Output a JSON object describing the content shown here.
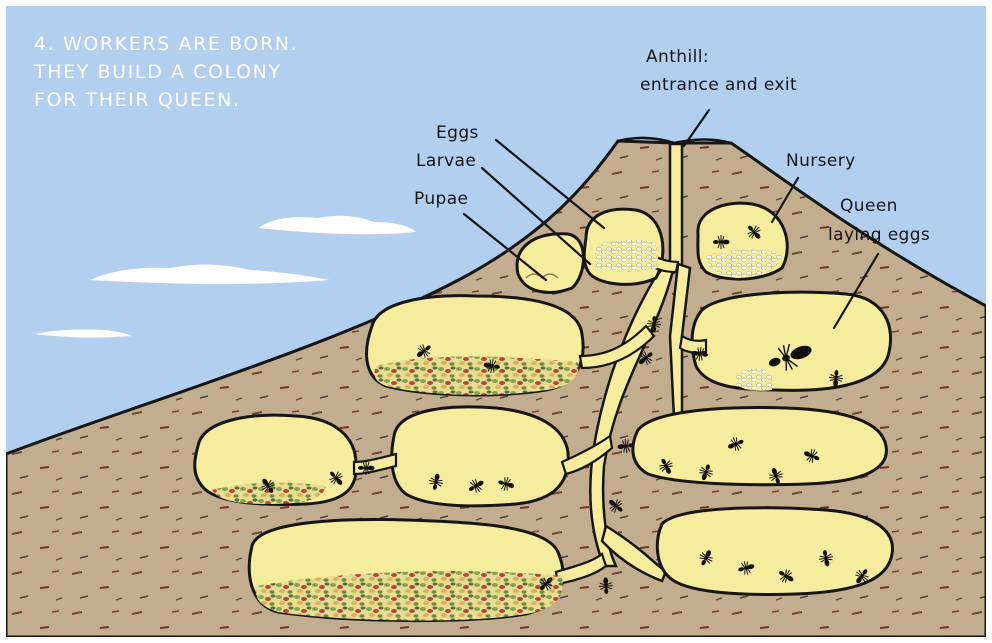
{
  "caption": {
    "line1": "4. WORKERS ARE BORN.",
    "line2": "THEY BUILD A COLONY",
    "line3": "FOR THEIR QUEEN."
  },
  "labels": {
    "anthill_line1": "Anthill:",
    "anthill_line2": "entrance and exit",
    "eggs": "Eggs",
    "larvae": "Larvae",
    "pupae": "Pupae",
    "nursery": "Nursery",
    "queen_line1": "Queen",
    "queen_line2": "laying eggs"
  },
  "colors": {
    "sky": "#b2cff0",
    "soil": "#c2ad8e",
    "chamber": "#f6ec9e",
    "outline": "#161616",
    "ant": "#111111",
    "caption_text": "#ffffff"
  }
}
